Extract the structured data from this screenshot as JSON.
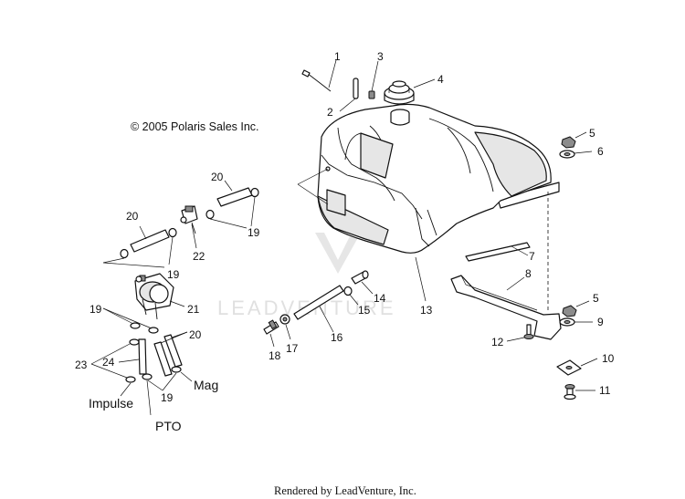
{
  "copyright": "© 2005 Polaris Sales Inc.",
  "watermark": "LEADVENTURE",
  "footer": "Rendered by LeadVenture, Inc.",
  "callouts": {
    "c1": "1",
    "c2": "2",
    "c3": "3",
    "c4": "4",
    "c5a": "5",
    "c5b": "5",
    "c6": "6",
    "c7": "7",
    "c8": "8",
    "c9": "9",
    "c10": "10",
    "c11": "11",
    "c12": "12",
    "c13": "13",
    "c14": "14",
    "c15": "15",
    "c16": "16",
    "c17": "17",
    "c18": "18",
    "c19a": "19",
    "c19b": "19",
    "c19c": "19",
    "c19d": "19",
    "c20a": "20",
    "c20b": "20",
    "c20c": "20",
    "c21": "21",
    "c22": "22",
    "c23": "23",
    "c24": "24"
  },
  "labels": {
    "impulse": "Impulse",
    "pto": "PTO",
    "mag": "Mag"
  }
}
